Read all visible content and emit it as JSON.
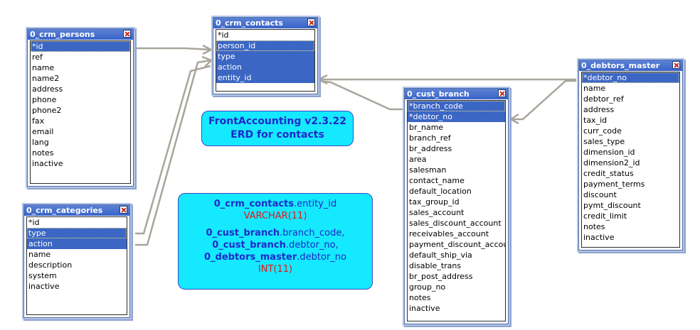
{
  "colors": {
    "title_bar": "#3b66c4",
    "selected_row": "#3b66c4",
    "note_fill": "#15e9ff",
    "note_blue": "#1e28c8",
    "note_red": "#e11818",
    "connector": "#a9a59b"
  },
  "tables": {
    "crm_persons": {
      "title": "0_crm_persons",
      "fields": [
        "*id",
        "ref",
        "name",
        "name2",
        "address",
        "phone",
        "phone2",
        "fax",
        "email",
        "lang",
        "notes",
        "inactive"
      ],
      "selected": [
        0
      ]
    },
    "crm_contacts": {
      "title": "0_crm_contacts",
      "fields": [
        "*id",
        "person_id",
        "type",
        "action",
        "entity_id"
      ],
      "selected": [
        1,
        2,
        3,
        4
      ]
    },
    "crm_categories": {
      "title": "0_crm_categories",
      "fields": [
        "*id",
        "type",
        "action",
        "name",
        "description",
        "system",
        "inactive"
      ],
      "selected": [
        1,
        2
      ]
    },
    "cust_branch": {
      "title": "0_cust_branch",
      "fields": [
        "*branch_code",
        "*debtor_no",
        "br_name",
        "branch_ref",
        "br_address",
        "area",
        "salesman",
        "contact_name",
        "default_location",
        "tax_group_id",
        "sales_account",
        "sales_discount_account",
        "receivables_account",
        "payment_discount_account",
        "default_ship_via",
        "disable_trans",
        "br_post_address",
        "group_no",
        "notes",
        "inactive"
      ],
      "selected": [
        0,
        1
      ]
    },
    "debtors_master": {
      "title": "0_debtors_master",
      "fields": [
        "*debtor_no",
        "name",
        "debtor_ref",
        "address",
        "tax_id",
        "curr_code",
        "sales_type",
        "dimension_id",
        "dimension2_id",
        "credit_status",
        "payment_terms",
        "discount",
        "pymt_discount",
        "credit_limit",
        "notes",
        "inactive"
      ],
      "selected": [
        0
      ]
    }
  },
  "notes": {
    "title": {
      "line1": "FrontAccounting v2.3.22",
      "line2": "ERD for contacts"
    },
    "types": {
      "contacts_table": "0_crm_contacts",
      "contacts_field": ".entity_id",
      "contacts_type": "VARCHAR(11)",
      "branch_table_1": "0_cust_branch",
      "branch_field_1": ".branch_code,",
      "branch_table_2": "0_cust_branch",
      "branch_field_2": ".debtor_no,",
      "debtors_table": "0_debtors_master",
      "debtors_field": ".debtor_no",
      "int_type": "INT(11)"
    }
  }
}
